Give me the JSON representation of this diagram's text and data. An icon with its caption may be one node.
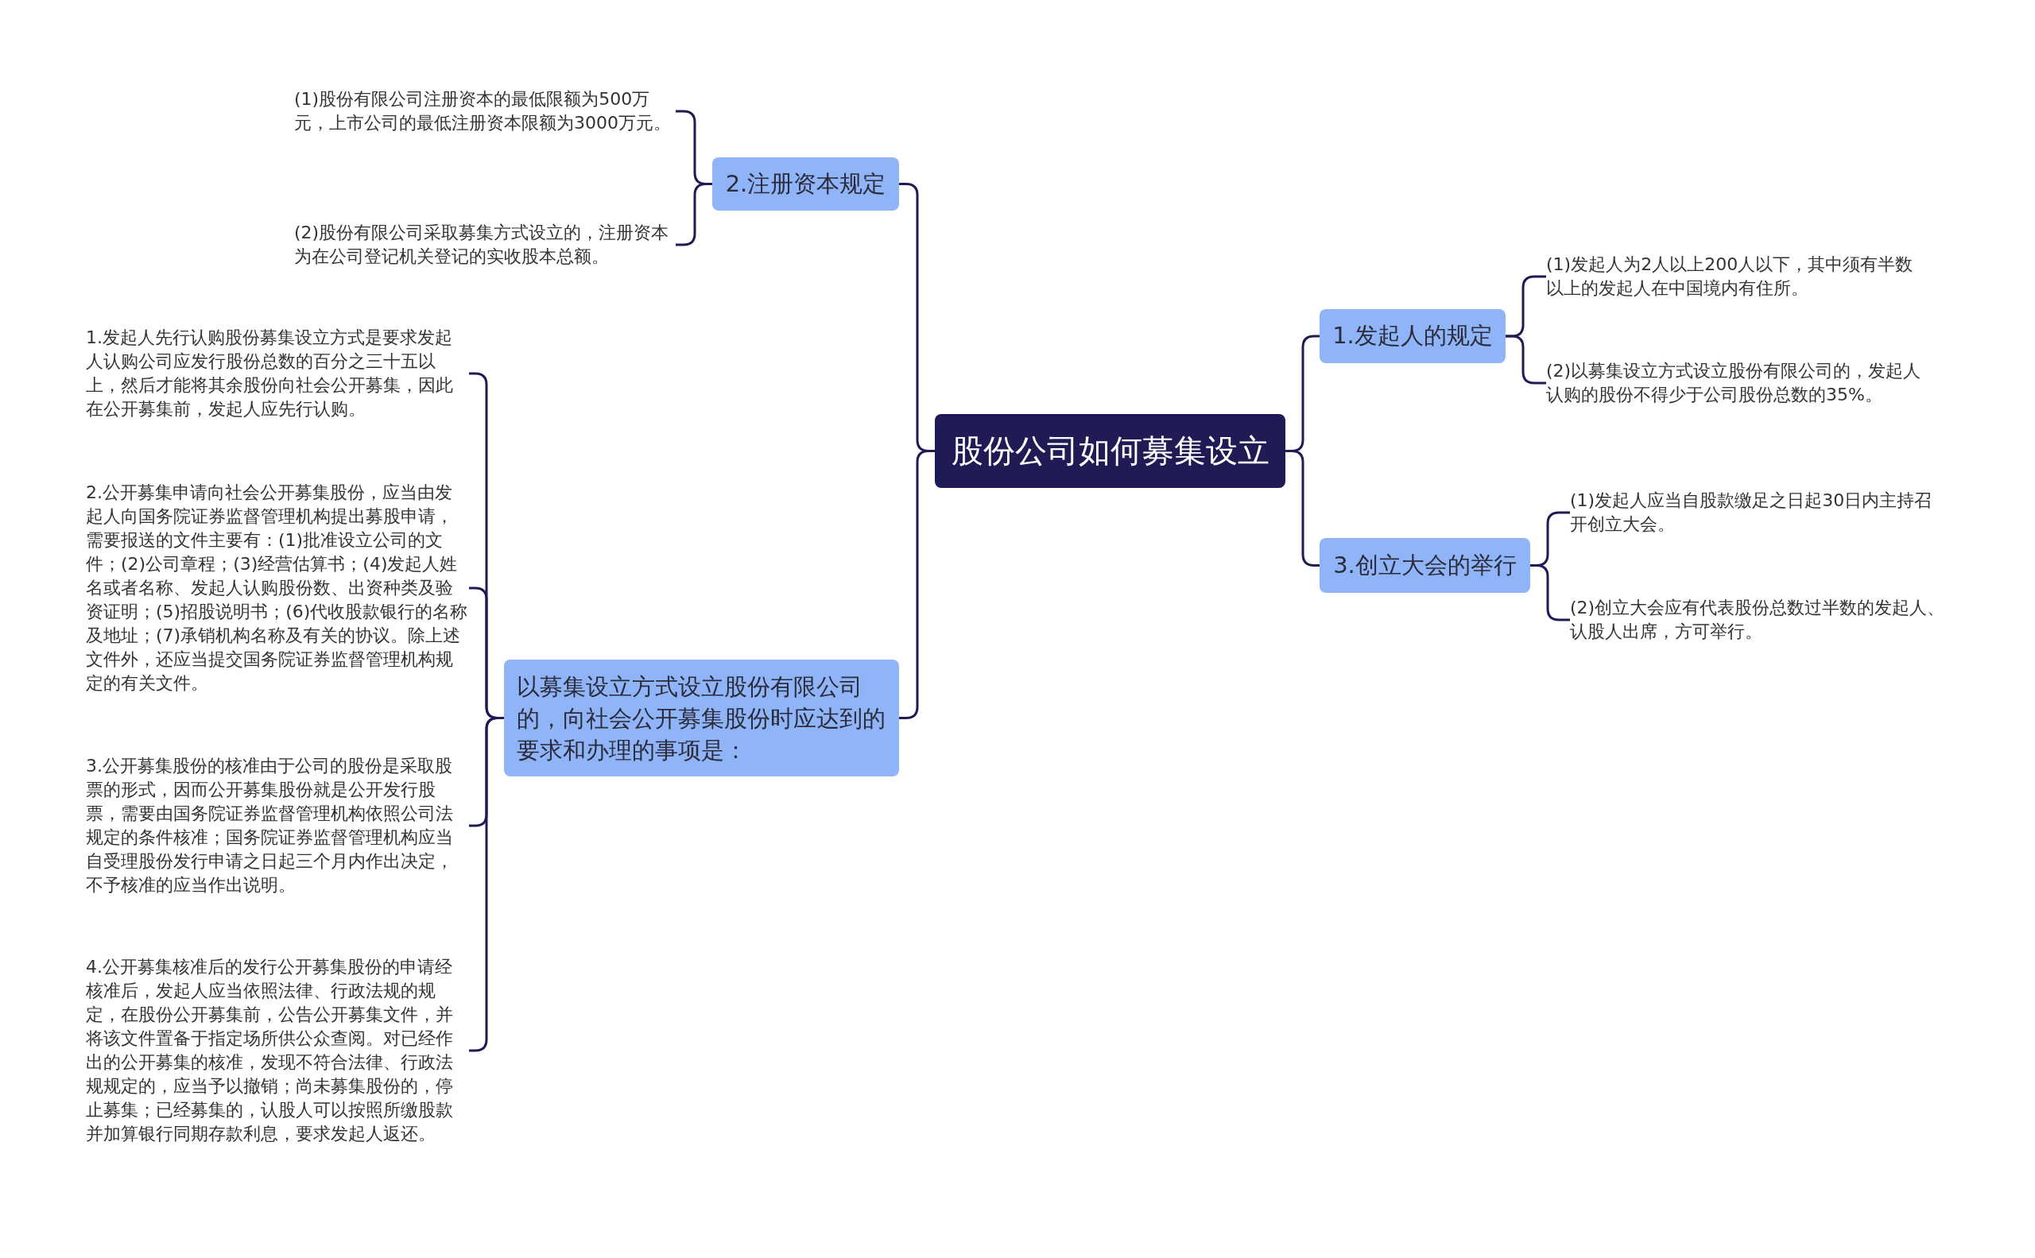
{
  "diagram": {
    "nodes": [
      {
        "text": [
          "股份公司如何募集设立"
        ]
      },
      {
        "text": [
          "2.注册资本规定"
        ]
      },
      {
        "text": [
          "(1)股份有限公司注册资本的最低限额为500万元，上市公司的最低注册资本限额为3000万元。"
        ]
      },
      {
        "text": [
          "(2)股份有限公司采取募集方式设立的，注册资本为在公司登记机关登记的实收股本总额。"
        ]
      },
      {
        "text": [
          "以募集设立方式设立股份有限公司的，向社会公开募集股份时应达到的要求和办理的事项是："
        ]
      },
      {
        "text": [
          "1.发起人先行认购股份募集设立方式是要求发起人认购公司应发行股份总数的百分之三十五以上，然后才能将其余股份向社会公开募集，因此在公开募集前，发起人应先行认购。"
        ]
      },
      {
        "text": [
          "2.公开募集申请向社会公开募集股份，应当由发起人向国务院证券监督管理机构提出募股申请，需要报送的文件主要有：(1)批准设立公司的文件；(2)公司章程；(3)经营估算书；(4)发起人姓名或者名称、发起人认购股份数、出资种类及验资证明；(5)招股说明书；(6)代收股款银行的名称及地址；(7)承销机构名称及有关的协议。除上述文件外，还应当提交国务院证券监督管理机构规定的有关文件。"
        ]
      },
      {
        "text": [
          "3.公开募集股份的核准由于公司的股份是采取股票的形式，因而公开募集股份就是公开发行股票，需要由国务院证券监督管理机构依照公司法规定的条件核准；国务院证券监督管理机构应当自受理股份发行申请之日起三个月内作出决定，不予核准的应当作出说明。"
        ]
      },
      {
        "text": [
          "4.公开募集核准后的发行公开募集股份的申请经核准后，发起人应当依照法律、行政法规的规定，在股份公开募集前，公告公开募集文件，并将该文件置备于指定场所供公众查阅。对已经作出的公开募集的核准，发现不符合法律、行政法规规定的，应当予以撤销；尚未募集股份的，停止募集；已经募集的，认股人可以按照所缴股款并加算银行同期存款利息，要求发起人返还。"
        ]
      },
      {
        "text": [
          "1.发起人的规定"
        ]
      },
      {
        "text": [
          "(1)发起人为2人以上200人以下，其中须有半数以上的发起人在中国境内有住所。"
        ]
      },
      {
        "text": [
          "(2)以募集设立方式设立股份有限公司的，发起人认购的股份不得少于公司股份总数的35%。"
        ]
      },
      {
        "text": [
          "3.创立大会的举行"
        ]
      },
      {
        "text": [
          "(1)发起人应当自股款缴足之日起30日内主持召开创立大会。"
        ]
      },
      {
        "text": [
          "(2)创立大会应有代表股份总数过半数的发起人、认股人出席，方可举行。"
        ]
      }
    ],
    "edges": [
      {
        "from": 0,
        "to": 1,
        "arrow": "none"
      },
      {
        "from": 0,
        "to": 4,
        "arrow": "none"
      },
      {
        "from": 0,
        "to": 9,
        "arrow": "none"
      },
      {
        "from": 0,
        "to": 12,
        "arrow": "none"
      },
      {
        "from": 1,
        "to": 2,
        "arrow": "none"
      },
      {
        "from": 1,
        "to": 3,
        "arrow": "none"
      },
      {
        "from": 4,
        "to": 5,
        "arrow": "none"
      },
      {
        "from": 4,
        "to": 6,
        "arrow": "none"
      },
      {
        "from": 4,
        "to": 7,
        "arrow": "none"
      },
      {
        "from": 4,
        "to": 8,
        "arrow": "none"
      },
      {
        "from": 9,
        "to": 10,
        "arrow": "none"
      },
      {
        "from": 9,
        "to": 11,
        "arrow": "none"
      },
      {
        "from": 12,
        "to": 13,
        "arrow": "none"
      },
      {
        "from": 12,
        "to": 14,
        "arrow": "none"
      }
    ]
  }
}
